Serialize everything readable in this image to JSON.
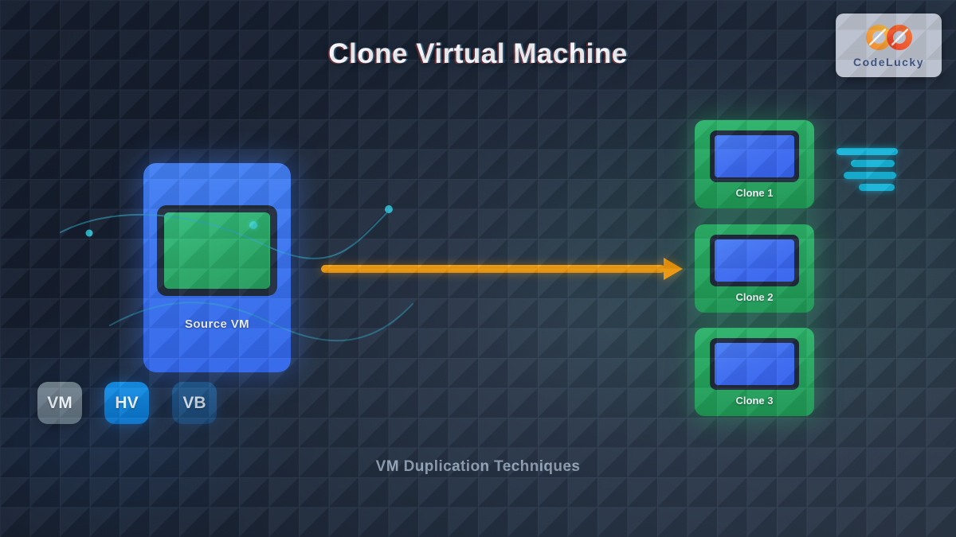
{
  "title": "Clone Virtual Machine",
  "subtitle": "VM Duplication Techniques",
  "logo": {
    "brand": "CodeLucky"
  },
  "source_vm": {
    "label": "Source VM"
  },
  "clones": [
    {
      "label": "Clone 1"
    },
    {
      "label": "Clone 2"
    },
    {
      "label": "Clone 3"
    }
  ],
  "badges": [
    {
      "label": "VM",
      "color": "#68798a"
    },
    {
      "label": "HV",
      "color": "#0b80d8"
    },
    {
      "label": "VB",
      "color": "#1d4d7c"
    }
  ],
  "colors": {
    "background_dark": "#141c2b",
    "source_vm_blue": "#3b76f0",
    "clone_green": "#27ae60",
    "screen_green": "#2fb273",
    "screen_blue": "#3f71f3",
    "arrow_orange": "#ef9709",
    "teal_accent": "#18b6d9",
    "subtitle_gray": "#94a3b5"
  }
}
